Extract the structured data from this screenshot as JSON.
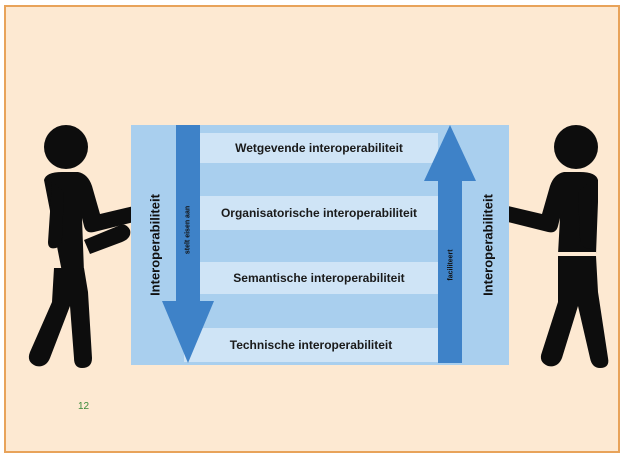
{
  "colors": {
    "slide_background": "#fde9d2",
    "slide_border": "#e8a35a",
    "panel": "#a9cfee",
    "band": "#cfe4f6",
    "arrow": "#3e82c8",
    "figure": "#0d0d0d",
    "page_number": "#3a8a3a"
  },
  "diagram": {
    "layers": [
      "Wetgevende interoperabiliteit",
      "Organisatorische interoperabiliteit",
      "Semantische interoperabiliteit",
      "Technische interoperabiliteit"
    ],
    "left_label": "Interoperabiliteit",
    "right_label": "Interoperabiliteit",
    "down_arrow_label": "stelt eisen aan",
    "up_arrow_label": "faciliteert"
  },
  "icons": [
    "person-left-icon",
    "person-right-icon",
    "down-arrow-icon",
    "up-arrow-icon"
  ],
  "page_number": "12"
}
